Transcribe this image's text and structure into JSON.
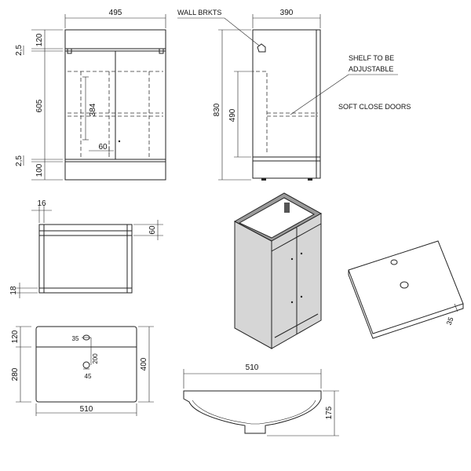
{
  "dimensions": {
    "front_width": "495",
    "side_width": "390",
    "front_top": "120",
    "front_top_gap": "2,5",
    "front_door": "605",
    "front_inner": "384",
    "front_handle": "60",
    "front_bottom_gap": "2,5",
    "front_plinth": "100",
    "side_height": "830",
    "side_shelf": "490",
    "top_board": "16",
    "top_rail": "60",
    "base_board": "18",
    "basin_rear": "120",
    "basin_hole": "35",
    "basin_waste_dist": "200",
    "basin_waste": "45",
    "basin_front": "280",
    "basin_depth": "400",
    "basin_width_plan": "510",
    "basin_width_section": "510",
    "basin_height": "175",
    "basin_iso": "35"
  },
  "notes": {
    "wall_brackets": "WALL BRKTS",
    "shelf_line1": "SHELF TO BE",
    "shelf_line2": "ADJUSTABLE",
    "soft_close": "SOFT CLOSE DOORS"
  }
}
